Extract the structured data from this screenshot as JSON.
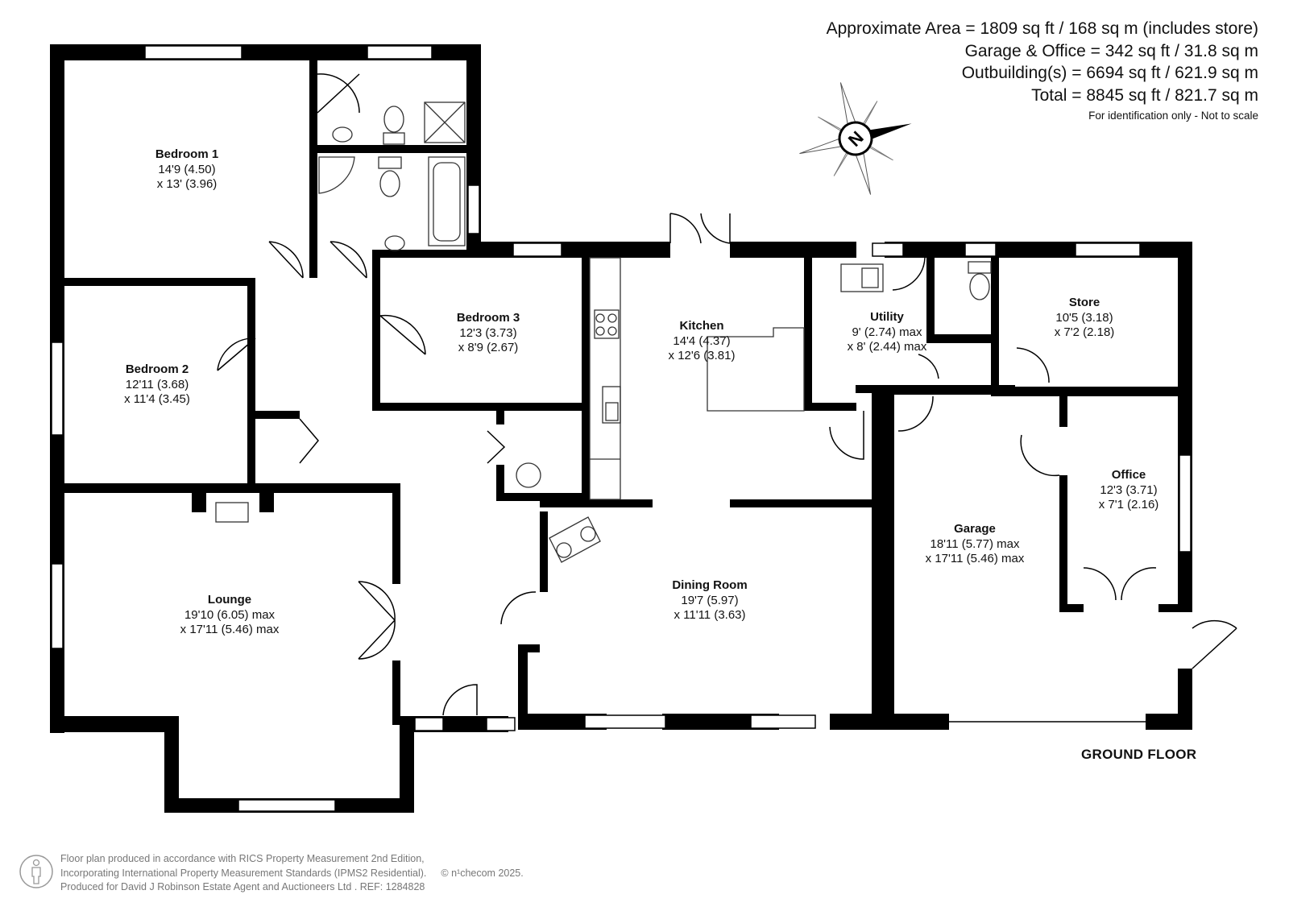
{
  "areas": {
    "approximate": "Approximate Area = 1809 sq ft / 168 sq m (includes store)",
    "garage_office": "Garage & Office = 342 sq ft / 31.8 sq m",
    "outbuildings": "Outbuilding(s) = 6694 sq ft / 621.9 sq m",
    "total": "Total = 8845 sq ft / 821.7 sq m",
    "note": "For identification only - Not to scale"
  },
  "compass": {
    "letter": "N"
  },
  "rooms": {
    "bedroom1": {
      "name": "Bedroom 1",
      "dim1": "14'9 (4.50)",
      "dim2": "x 13' (3.96)"
    },
    "bedroom2": {
      "name": "Bedroom 2",
      "dim1": "12'11 (3.68)",
      "dim2": "x 11'4 (3.45)"
    },
    "bedroom3": {
      "name": "Bedroom 3",
      "dim1": "12'3 (3.73)",
      "dim2": "x 8'9 (2.67)"
    },
    "kitchen": {
      "name": "Kitchen",
      "dim1": "14'4 (4.37)",
      "dim2": "x 12'6 (3.81)"
    },
    "utility": {
      "name": "Utility",
      "dim1": "9' (2.74) max",
      "dim2": "x 8' (2.44) max"
    },
    "store": {
      "name": "Store",
      "dim1": "10'5 (3.18)",
      "dim2": "x 7'2 (2.18)"
    },
    "office": {
      "name": "Office",
      "dim1": "12'3 (3.71)",
      "dim2": "x 7'1 (2.16)"
    },
    "garage": {
      "name": "Garage",
      "dim1": "18'11 (5.77) max",
      "dim2": "x 17'11 (5.46) max"
    },
    "dining": {
      "name": "Dining Room",
      "dim1": "19'7 (5.97)",
      "dim2": "x 11'11 (3.63)"
    },
    "lounge": {
      "name": "Lounge",
      "dim1": "19'10 (6.05) max",
      "dim2": "x 17'11 (5.46) max"
    }
  },
  "floor_label": "GROUND FLOOR",
  "footer": {
    "line1": "Floor plan produced in accordance with RICS Property Measurement 2nd Edition,",
    "line2": "Incorporating International Property Measurement Standards (IPMS2 Residential).",
    "copyright": "© n¹checom 2025.",
    "line3": "Produced for David J Robinson Estate Agent and Auctioneers Ltd .   REF:  1284828"
  },
  "colors": {
    "wall": "#000000",
    "fixture": "#333333",
    "footer_text": "#777777",
    "compass_fill": "#000000"
  },
  "icons": [
    "compass-rose-icon",
    "person-scale-icon"
  ]
}
